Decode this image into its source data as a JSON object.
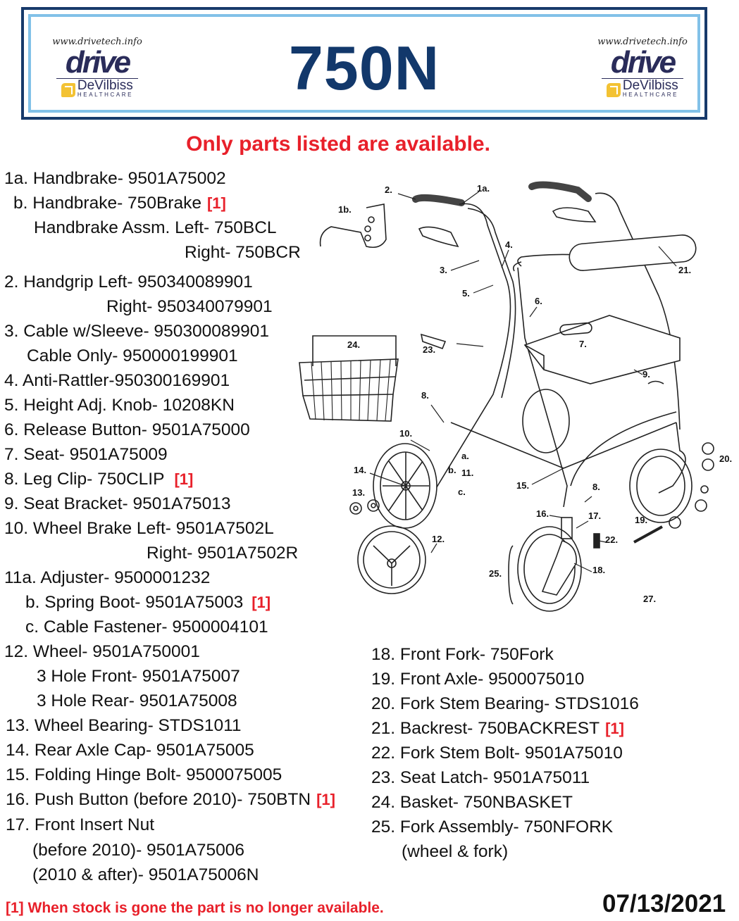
{
  "header": {
    "title": "750N",
    "logo_left": {
      "url": "www.drivetech.info",
      "brand": "drive",
      "sub_brand": "DeVilbiss",
      "sub_tagline": "HEALTHCARE"
    },
    "logo_right": {
      "url": "www.drivetech.info",
      "brand": "drive",
      "sub_brand": "DeVilbiss",
      "sub_tagline": "HEALTHCARE"
    },
    "border_color": "#173a6b",
    "inner_border_color": "#82c1e8"
  },
  "notice": "Only parts listed are available.",
  "parts_left": [
    {
      "text": "1a. Handbrake- 9501A75002"
    },
    {
      "text": "b. Handbrake- 750Brake",
      "flag": "[1]"
    },
    {
      "text": "Handbrake Assm. Left- 750BCL"
    },
    {
      "text": "Right- 750BCR"
    },
    {
      "text": "2. Handgrip Left- 950340089901"
    },
    {
      "text": "Right- 950340079901"
    },
    {
      "text": "3. Cable w/Sleeve- 950300089901"
    },
    {
      "text": "Cable Only- 950000199901"
    },
    {
      "text": "4. Anti-Rattler-950300169901"
    },
    {
      "text": "5. Height Adj. Knob- 10208KN"
    },
    {
      "text": "6. Release Button- 9501A75000"
    },
    {
      "text": "7. Seat- 9501A75009"
    },
    {
      "text": "8. Leg Clip- 750CLIP",
      "flag": "[1]"
    },
    {
      "text": "9. Seat Bracket- 9501A75013"
    },
    {
      "text": "10. Wheel Brake Left- 9501A7502L"
    },
    {
      "text": "Right- 9501A7502R"
    },
    {
      "text": "11a. Adjuster- 9500001232"
    },
    {
      "text": "b. Spring Boot- 9501A75003",
      "flag": "[1]"
    },
    {
      "text": "c. Cable Fastener- 9500004101"
    },
    {
      "text": "12. Wheel- 9501A750001"
    },
    {
      "text": "3 Hole Front- 9501A75007"
    },
    {
      "text": "3 Hole Rear- 9501A75008"
    },
    {
      "text": "13. Wheel Bearing- STDS1011"
    },
    {
      "text": "14. Rear Axle Cap- 9501A75005"
    },
    {
      "text": "15. Folding Hinge Bolt- 9500075005"
    },
    {
      "text": "16. Push Button (before 2010)- 750BTN",
      "flag": "[1]"
    },
    {
      "text": "17. Front Insert Nut"
    },
    {
      "text": "(before 2010)- 9501A75006"
    },
    {
      "text": "(2010 & after)- 9501A75006N"
    }
  ],
  "parts_right": [
    {
      "text": "18. Front Fork- 750Fork"
    },
    {
      "text": "19. Front Axle- 9500075010"
    },
    {
      "text": "20. Fork Stem Bearing- STDS1016"
    },
    {
      "text": "21. Backrest- 750BACKREST",
      "flag": "[1]"
    },
    {
      "text": "22. Fork Stem Bolt- 9501A75010"
    },
    {
      "text": "23. Seat Latch- 9501A75011"
    },
    {
      "text": "24. Basket- 750NBASKET"
    },
    {
      "text": "25. Fork Assembly- 750NFORK"
    },
    {
      "text": "(wheel & fork)"
    }
  ],
  "diagram": {
    "labels": [
      "2.",
      "1a.",
      "1b.",
      "4.",
      "3.",
      "21.",
      "5.",
      "6.",
      "7.",
      "24.",
      "23.",
      "9.",
      "8.",
      "10.",
      "a.",
      "14.",
      "b.",
      "11.",
      "20.",
      "13.",
      "c.",
      "15.",
      "8.",
      "16.",
      "17.",
      "19.",
      "22.",
      "12.",
      "18.",
      "25.",
      "27."
    ]
  },
  "footer": {
    "note": "[1] When stock is gone the part is no longer available.",
    "date": "07/13/2021"
  },
  "colors": {
    "accent_red": "#e8202a",
    "title_navy": "#12386b"
  }
}
